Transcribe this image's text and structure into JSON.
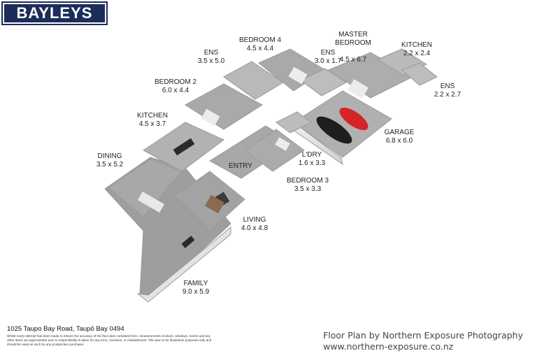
{
  "brand": {
    "logo_text": "BAYLEYS",
    "color": "#1c2d5a"
  },
  "rooms": [
    {
      "name": "DINING",
      "dims": "3.5 x 5.2"
    },
    {
      "name": "KITCHEN",
      "dims": "4.5 x 3.7"
    },
    {
      "name": "BEDROOM 2",
      "dims": "6.0 x 4.4"
    },
    {
      "name": "ENS",
      "dims": "3.5 x 5.0"
    },
    {
      "name": "BEDROOM 4",
      "dims": "4.5 x 4.4"
    },
    {
      "name": "ENS",
      "dims": "3.0 x 1.7"
    },
    {
      "name": "MASTER\nBEDROOM",
      "dims": "4.5 x 6.7"
    },
    {
      "name": "KITCHEN",
      "dims": "2.2 x 2.4"
    },
    {
      "name": "ENS",
      "dims": "2.2 x 2.7"
    },
    {
      "name": "GARAGE",
      "dims": "6.8 x 6.0"
    },
    {
      "name": "L'DRY",
      "dims": "1.6 x 3.3"
    },
    {
      "name": "ENTRY",
      "dims": ""
    },
    {
      "name": "BEDROOM 3",
      "dims": "3.5 x 3.3"
    },
    {
      "name": "LIVING",
      "dims": "4.0 x 4.8"
    },
    {
      "name": "FAMILY",
      "dims": "9.0 x 5.9"
    }
  ],
  "footer": {
    "address": "1025 Taupo Bay Road, Taupō Bay 0494",
    "disclaimer": "Whilst every attempt has been made to ensure the accuracy of the floor plan contained here, measurements of doors, windows, rooms and any other items are approximate and no responsibility is taken for any error, omission, or misstatement. This plan is for illustrative purposes only and should be used as such by any prospective purchaser.",
    "credit_line1": "Floor Plan by Northern Exposure Photography",
    "credit_line2": "www.northern-exposure.co.nz"
  }
}
